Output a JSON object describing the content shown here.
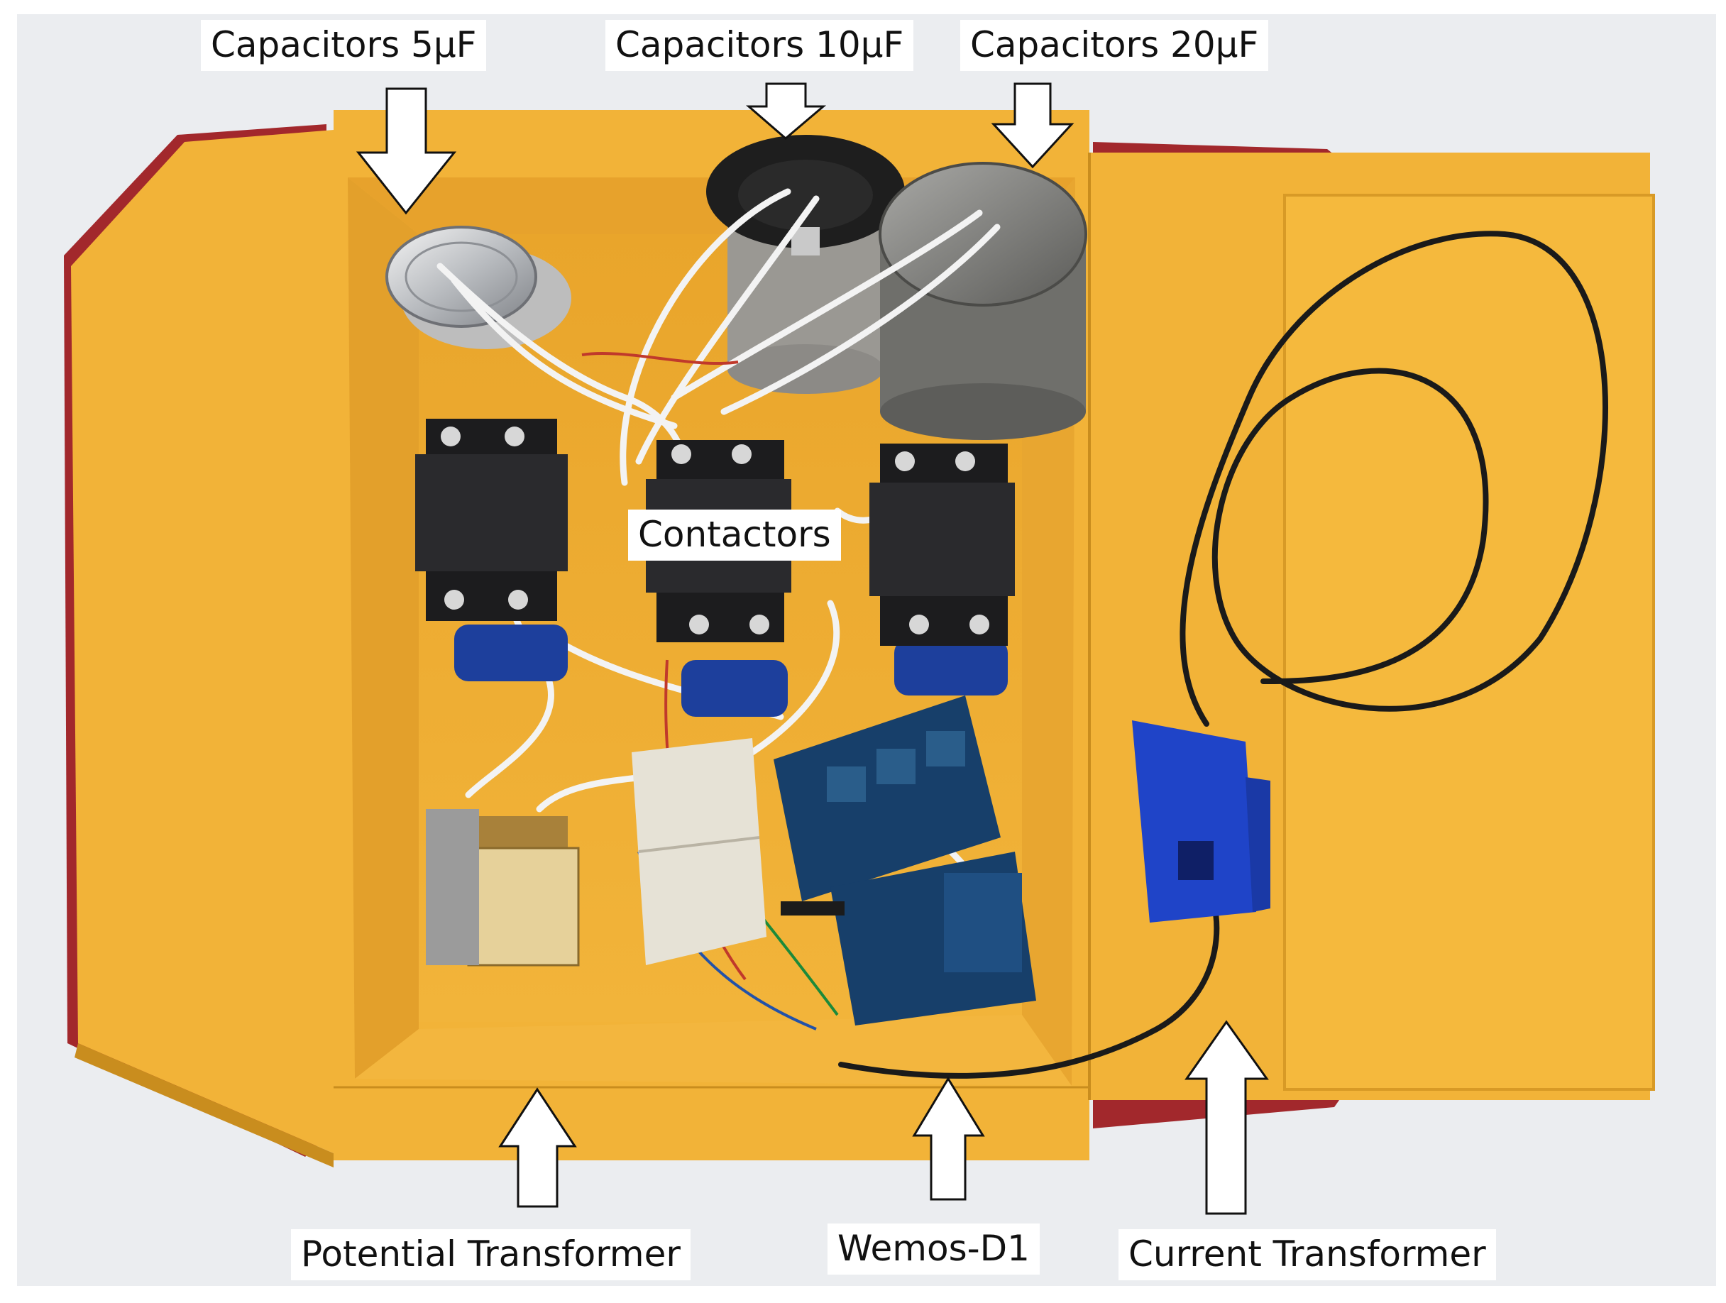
{
  "labels": {
    "capacitors_5uf": "Capacitors 5µF",
    "capacitors_10uf": "Capacitors 10µF",
    "capacitors_20uf": "Capacitors 20µF",
    "contactors": "Contactors",
    "potential_transformer": "Potential Transformer",
    "wemos_d1": "Wemos-D1",
    "current_transformer": "Current Transformer"
  },
  "colors": {
    "box_yellow": "#f2b338",
    "box_shadow": "#c98d1e",
    "red_edge": "#a2282c",
    "contactor_black": "#1c1c1e",
    "tape_blue": "#1d3f9c",
    "ct_blue": "#1f44c8",
    "board_blue": "#173f6a",
    "arrow_white": "#ffffff"
  }
}
